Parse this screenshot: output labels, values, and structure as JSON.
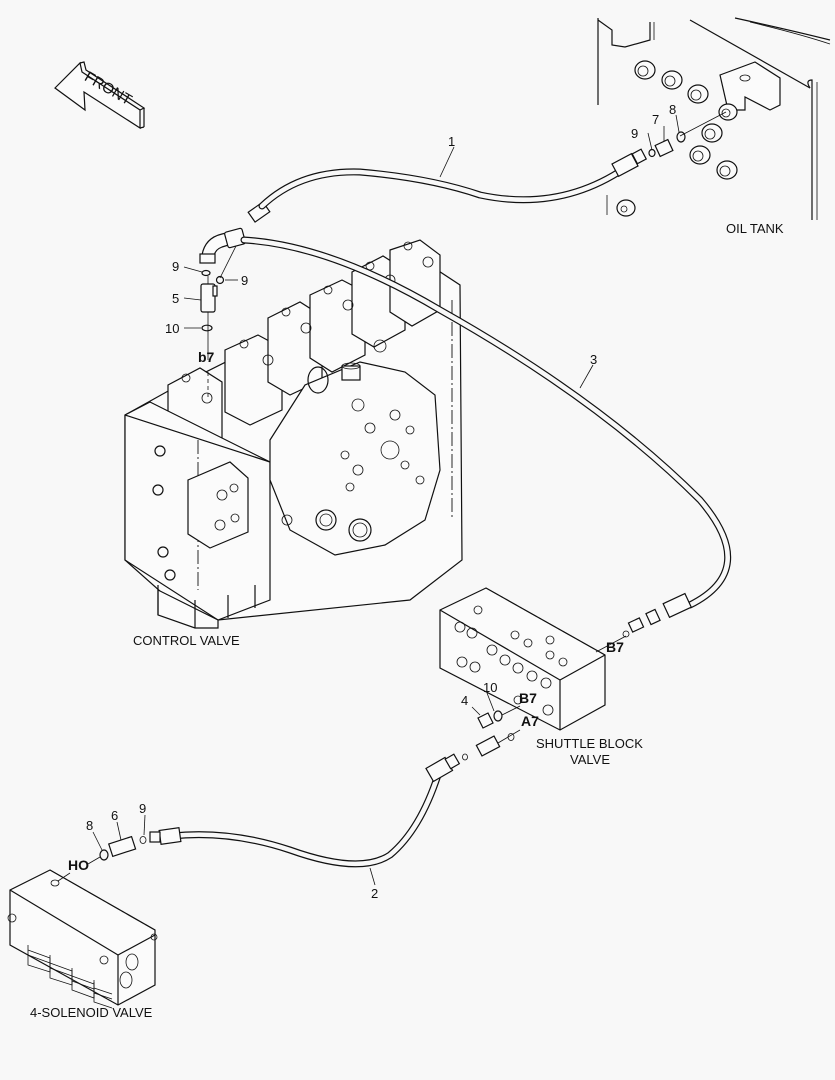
{
  "direction_indicator": {
    "label": "FRONT"
  },
  "components": {
    "oil_tank": "OIL TANK",
    "control_valve": "CONTROL VALVE",
    "shuttle_block_valve_line1": "SHUTTLE BLOCK",
    "shuttle_block_valve_line2": "VALVE",
    "solenoid_valve": "4-SOLENOID VALVE"
  },
  "hoses": [
    {
      "item": "1"
    },
    {
      "item": "2"
    },
    {
      "item": "3"
    }
  ],
  "part_callouts": {
    "tank_9": "9",
    "tank_7": "7",
    "tank_8": "8",
    "cv_9_left": "9",
    "cv_9_right": "9",
    "cv_5": "5",
    "cv_10": "10",
    "sb_4": "4",
    "sb_10": "10",
    "sol_8": "8",
    "sol_6": "6",
    "sol_9": "9"
  },
  "port_labels": {
    "control_valve_port": "b7",
    "shuttle_b7_right": "B7",
    "shuttle_b7_front": "B7",
    "shuttle_a7": "A7",
    "solenoid_port": "HO"
  }
}
